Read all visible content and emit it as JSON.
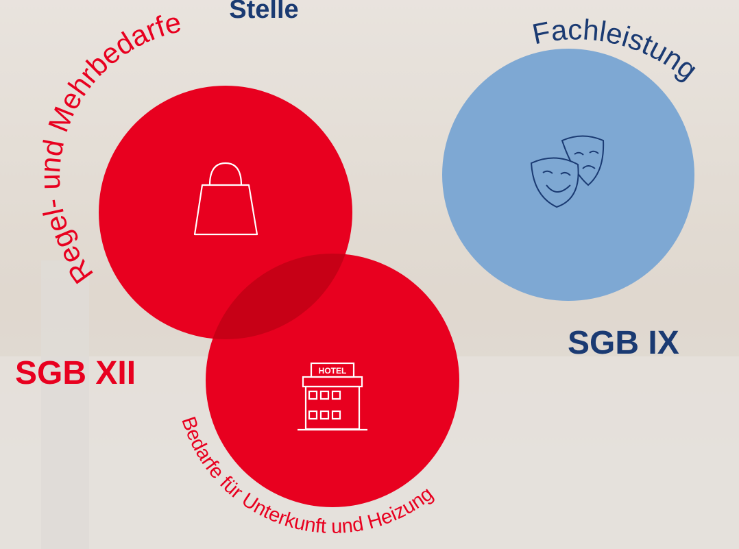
{
  "top_label": "Stelle",
  "left_circle": {
    "arc_label": "Regel- und Mehrbedarfe",
    "icon": "shopping-bag-icon",
    "color": "#e8001f"
  },
  "bottom_circle": {
    "arc_label": "Bedarfe für Unterkunft und Heizung",
    "icon": "hotel-icon",
    "icon_text": "HOTEL",
    "color": "#e8001f"
  },
  "right_circle": {
    "arc_label": "Fachleistung",
    "icon": "theater-masks-icon",
    "color": "#7ea8d3"
  },
  "labels": {
    "sgb_xii": "SGB XII",
    "sgb_ix": "SGB IX"
  },
  "colors": {
    "red": "#e8001f",
    "navy": "#1a3a72",
    "blue": "#7ea8d3",
    "overlap": "#c70016"
  }
}
